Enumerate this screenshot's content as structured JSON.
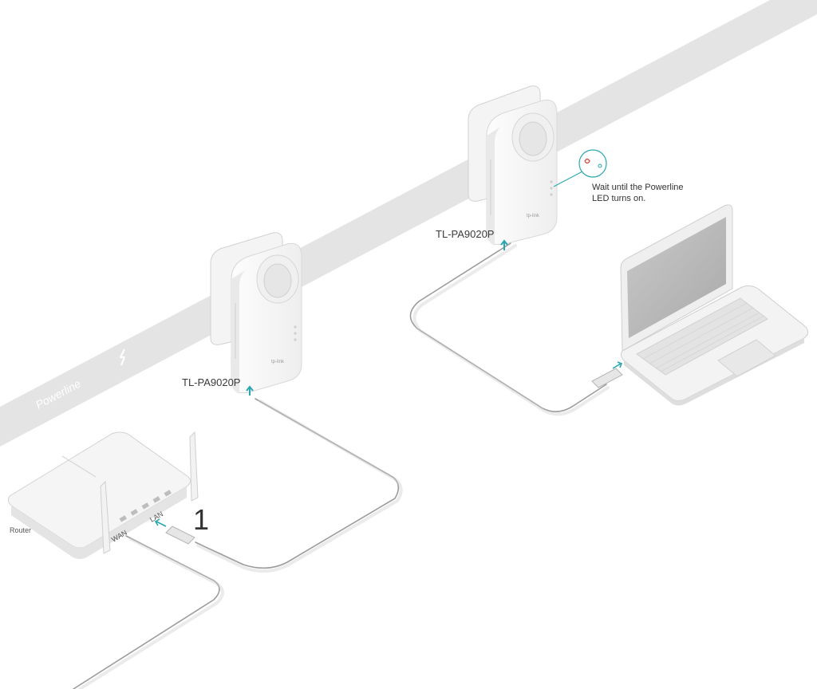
{
  "band": {
    "label": "Powerline"
  },
  "adapter_left": {
    "model": "TL-PA9020P",
    "brand": "tp-link"
  },
  "adapter_right": {
    "model": "TL-PA9020P",
    "brand": "tp-link"
  },
  "router": {
    "label": "Router",
    "port_lan": "LAN",
    "port_wan": "WAN"
  },
  "step": {
    "number": "1"
  },
  "note": {
    "line1": "Wait until the Powerline",
    "line2": "LED turns on."
  },
  "colors": {
    "band": "#e4e4e4",
    "accent": "#2aa6b0",
    "cable": "#9c9c9c",
    "device": "#f6f6f6",
    "outline": "#cfcfcf"
  }
}
